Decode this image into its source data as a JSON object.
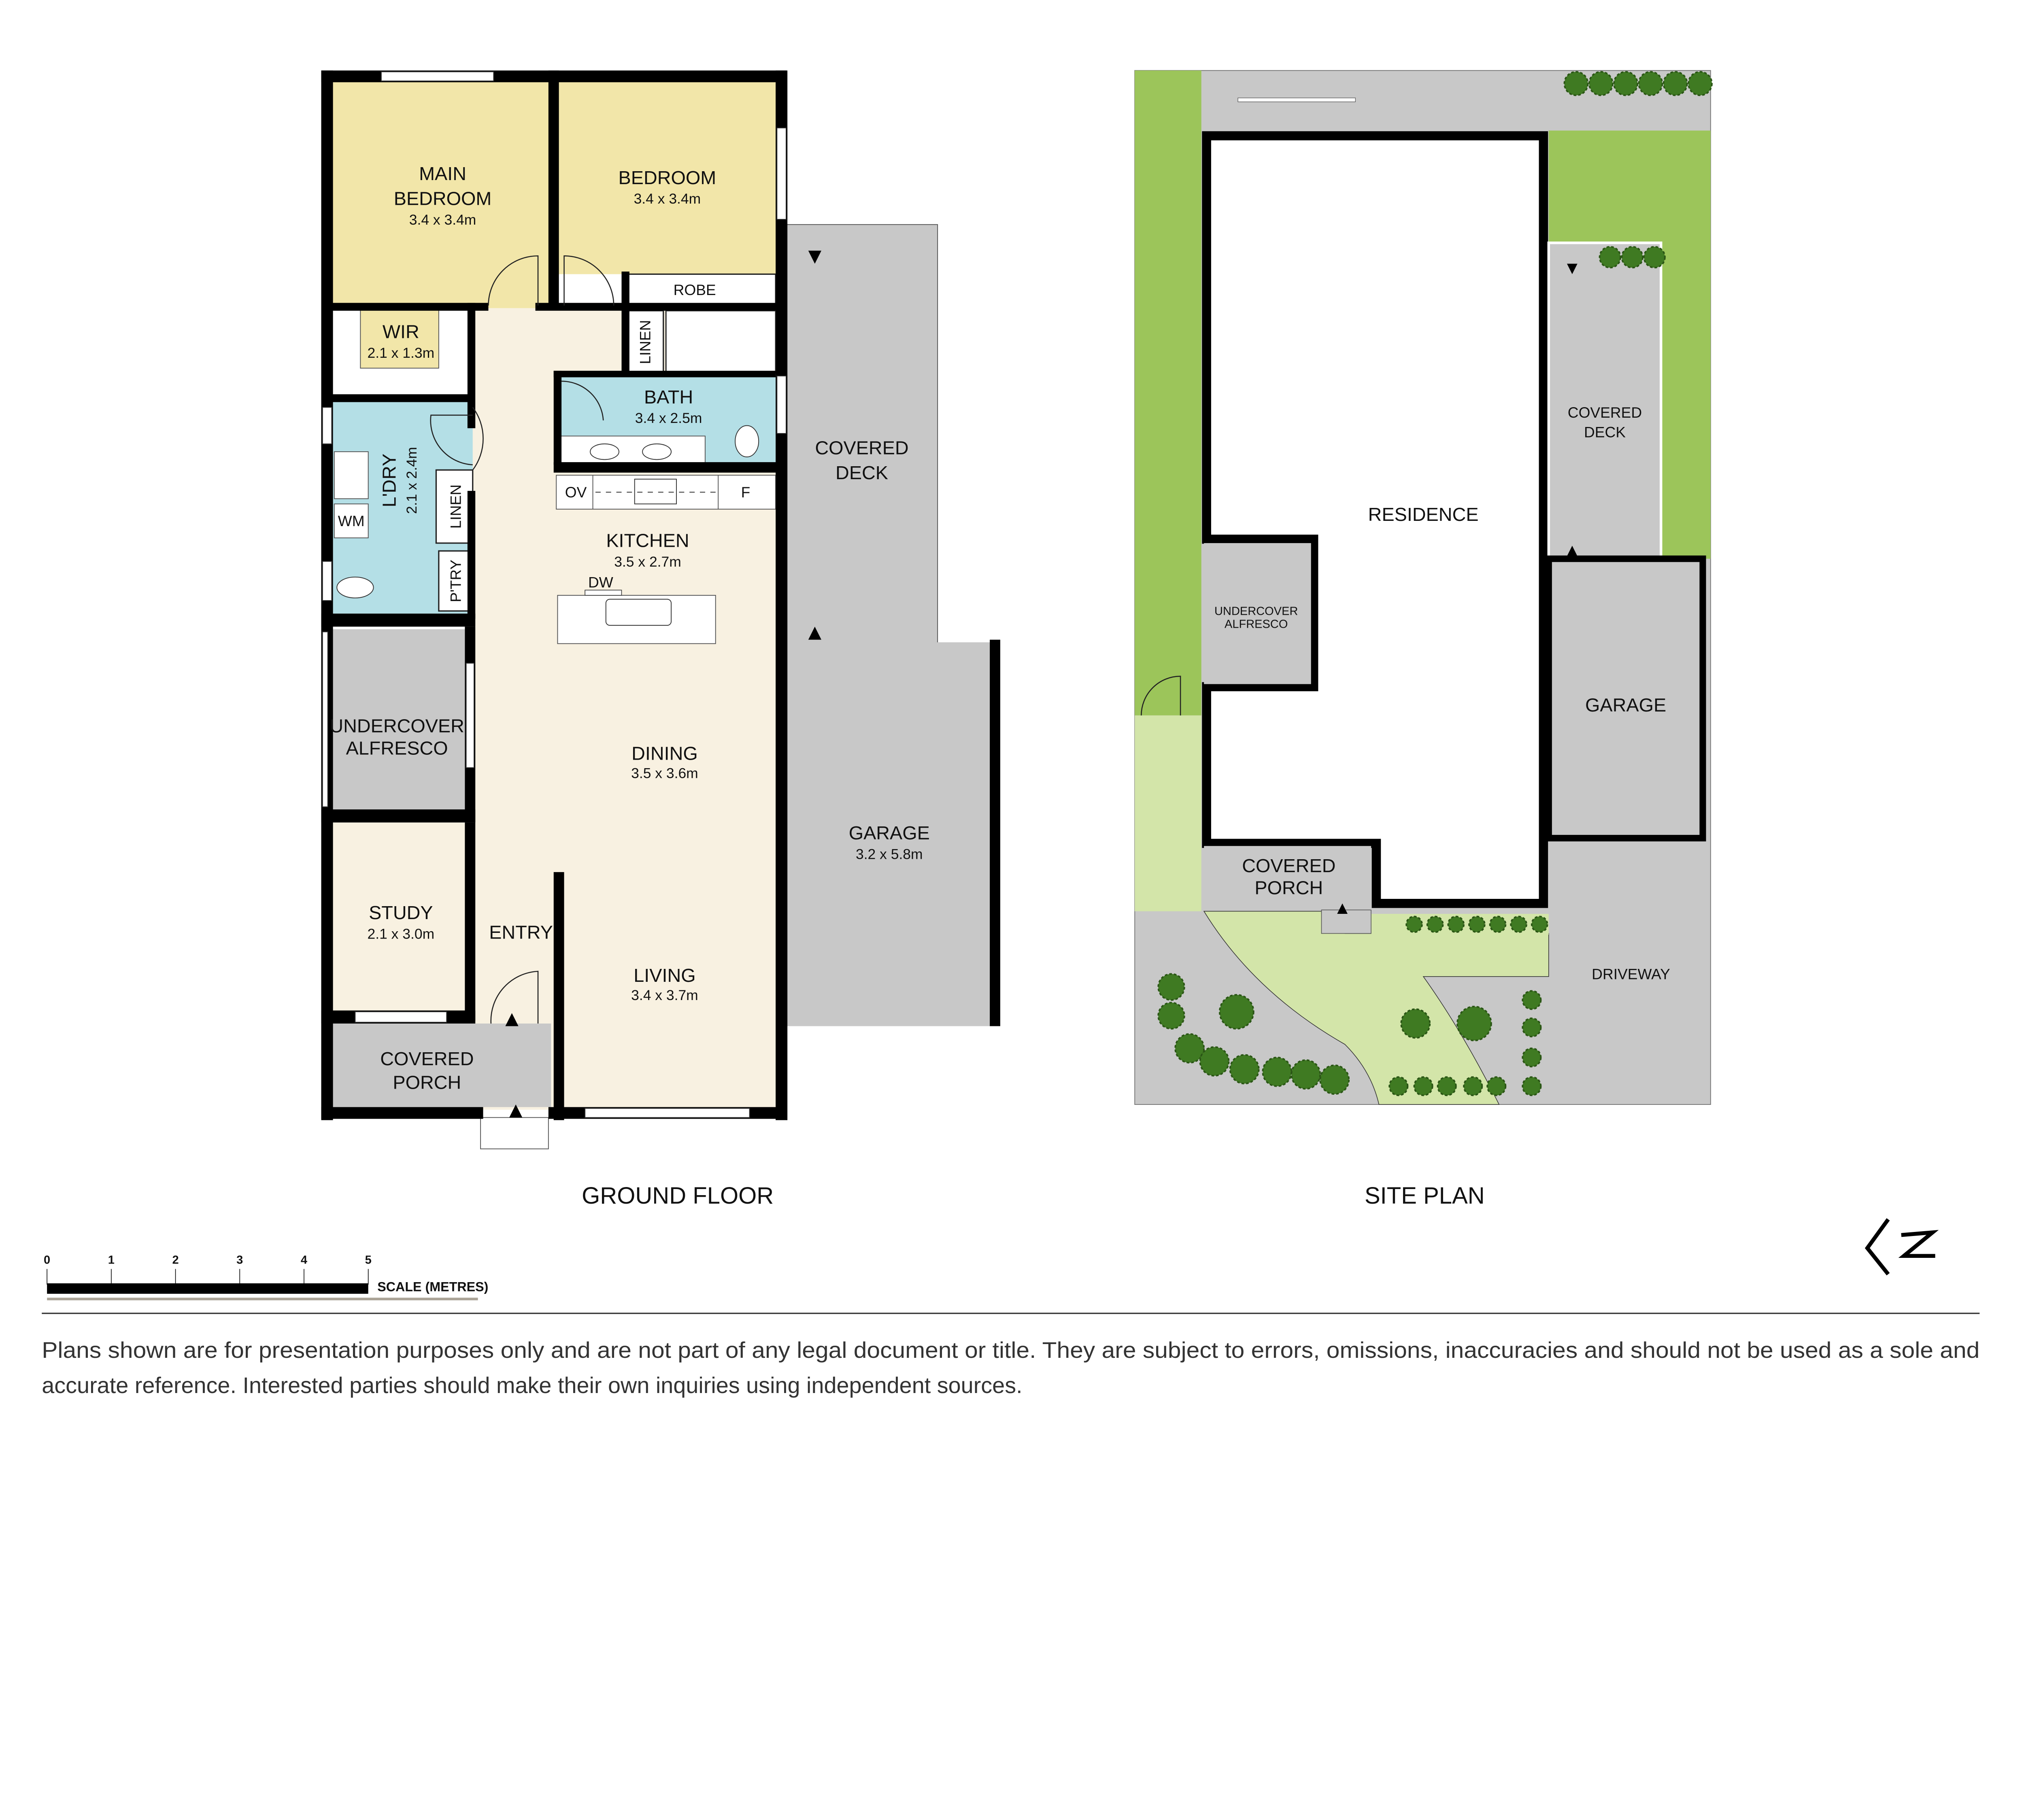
{
  "ground_floor": {
    "title": "GROUND FLOOR",
    "rooms": {
      "main_bedroom": {
        "name_line1": "MAIN",
        "name_line2": "BEDROOM",
        "size": "3.4 x 3.4m"
      },
      "bedroom": {
        "name": "BEDROOM",
        "size": "3.4 x 3.4m"
      },
      "robe": {
        "name": "ROBE"
      },
      "wir": {
        "name": "WIR",
        "size": "2.1 x 1.3m"
      },
      "linen_hall": {
        "name": "LINEN"
      },
      "bath": {
        "name": "BATH",
        "size": "3.4 x 2.5m"
      },
      "laundry": {
        "name": "L'DRY",
        "size": "2.1 x 2.4m"
      },
      "wm": {
        "name": "WM"
      },
      "linen_laundry": {
        "name": "LINEN"
      },
      "pantry": {
        "name": "P'TRY"
      },
      "oven": {
        "name": "OV"
      },
      "fridge": {
        "name": "F"
      },
      "kitchen": {
        "name": "KITCHEN",
        "size": "3.5 x 2.7m"
      },
      "dishwasher": {
        "name": "DW"
      },
      "covered_deck": {
        "name_line1": "COVERED",
        "name_line2": "DECK"
      },
      "undercover_alfresco": {
        "name_line1": "UNDERCOVER",
        "name_line2": "ALFRESCO"
      },
      "dining": {
        "name": "DINING",
        "size": "3.5 x 3.6m"
      },
      "garage": {
        "name": "GARAGE",
        "size": "3.2 x 5.8m"
      },
      "study": {
        "name": "STUDY",
        "size": "2.1 x 3.0m"
      },
      "entry": {
        "name": "ENTRY"
      },
      "living": {
        "name": "LIVING",
        "size": "3.4 x 3.7m"
      },
      "covered_porch": {
        "name_line1": "COVERED",
        "name_line2": "PORCH"
      }
    }
  },
  "site_plan": {
    "title": "SITE PLAN",
    "areas": {
      "residence": "RESIDENCE",
      "covered_deck_line1": "COVERED",
      "covered_deck_line2": "DECK",
      "undercover_line1": "UNDERCOVER",
      "undercover_line2": "ALFRESCO",
      "garage": "GARAGE",
      "porch_line1": "COVERED",
      "porch_line2": "PORCH",
      "driveway": "DRIVEWAY"
    }
  },
  "scale_bar": {
    "ticks": [
      "0",
      "1",
      "2",
      "3",
      "4",
      "5"
    ],
    "label": "SCALE (METRES)"
  },
  "north_arrow": {
    "icon": "north-arrow-icon",
    "letter": "N"
  },
  "disclaimer": {
    "line1": "Plans shown are for presentation purposes only and are not part of any legal document or title. They are subject to errors, omissions, inaccuracies and should not be used as a sole and",
    "line2": "accurate reference. Interested parties should make their own inquiries using independent sources."
  },
  "colors": {
    "bedroom_yellow": "#f2e6a9",
    "living_beige": "#f8f1e1",
    "wet_blue": "#b4dfe6",
    "outdoor_grey": "#c8c8c8",
    "lawn_green": "#9cc55a",
    "path_green": "#d3e5a9",
    "tree_green": "#3f7a22"
  }
}
